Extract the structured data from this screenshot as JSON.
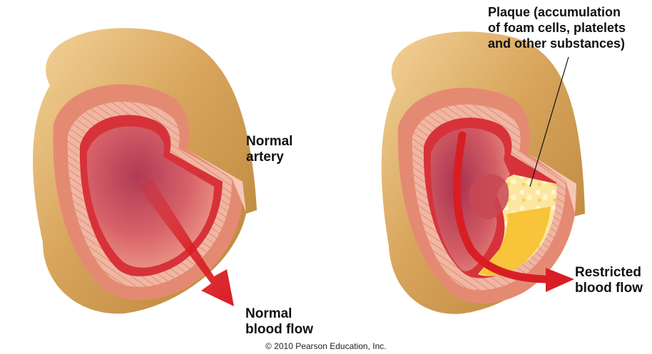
{
  "labels": {
    "normal_artery": [
      "Normal",
      "artery"
    ],
    "normal_flow": [
      "Normal",
      "blood flow"
    ],
    "plaque": [
      "Plaque (accumulation",
      "of foam cells, platelets",
      "and other substances)"
    ],
    "restricted_flow": [
      "Restricted",
      "blood flow"
    ]
  },
  "copyright": "© 2010 Pearson Education, Inc.",
  "colors": {
    "outer_tan": "#d7a35a",
    "tan_light": "#f0cf92",
    "wall_pink": "#e58a72",
    "wall_band": "#f3b7a4",
    "lumen": "#c9505a",
    "lumen_light": "#e98a82",
    "arrow_red": "#d81e24",
    "plaque_yellow": "#f7c43a",
    "plaque_light": "#fbe69a"
  }
}
